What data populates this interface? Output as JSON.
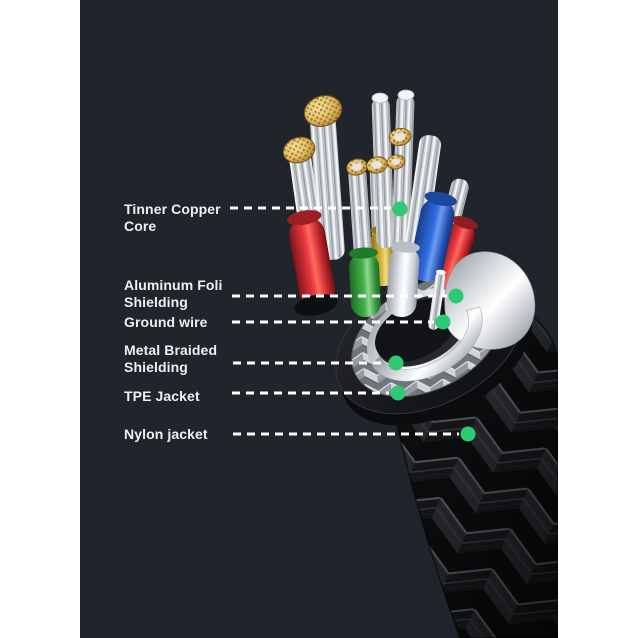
{
  "page": {
    "type": "product-diagram",
    "background": "#ffffff",
    "panel_background": "#20242b"
  },
  "diagram": {
    "subject": "braided cable cutaway cross-section",
    "labels": [
      {
        "id": "tinner-copper-core",
        "text": "Tinner Copper Core",
        "lines": [
          "Tinner Copper",
          "Core"
        ]
      },
      {
        "id": "aluminum-foli-shielding",
        "text": "Aluminum Foli Shielding",
        "lines": [
          "Aluminum Foli",
          "Shielding"
        ]
      },
      {
        "id": "ground-wire",
        "text": "Ground wire",
        "lines": [
          "Ground wire"
        ]
      },
      {
        "id": "metal-braided-shielding",
        "text": "Metal Braided Shielding",
        "lines": [
          "Metal Braided",
          "Shielding"
        ]
      },
      {
        "id": "tpe-jacket",
        "text": "TPE Jacket",
        "lines": [
          "TPE Jacket"
        ]
      },
      {
        "id": "nylon-jacket",
        "text": "Nylon jacket",
        "lines": [
          "Nylon jacket"
        ]
      }
    ],
    "colors": {
      "label_text": "#eef0f3",
      "leader_line": "#ffffff",
      "marker_green": "#2ec973",
      "wire_red": "#e03a3e",
      "wire_green": "#45b24a",
      "wire_yellow": "#d9ba45",
      "wire_blue": "#2f6ce0",
      "wire_white": "#eef0f3",
      "copper": "#e2c06a",
      "foil_silver": "#d9dde1",
      "metal_braid": "#aab0b6",
      "tpe_black": "#1b1c20",
      "nylon_black": "#141517"
    }
  }
}
